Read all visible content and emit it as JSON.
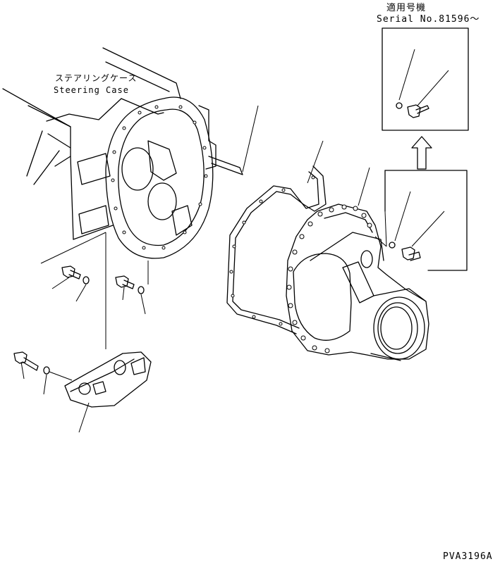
{
  "applicability": {
    "jp": "適用号機",
    "serial_label": "Serial No.",
    "serial_value": "81596〜"
  },
  "steering_case": {
    "jp": "ステアリングケース",
    "en": "Steering Case"
  },
  "drawing_number": "PVA3196A"
}
